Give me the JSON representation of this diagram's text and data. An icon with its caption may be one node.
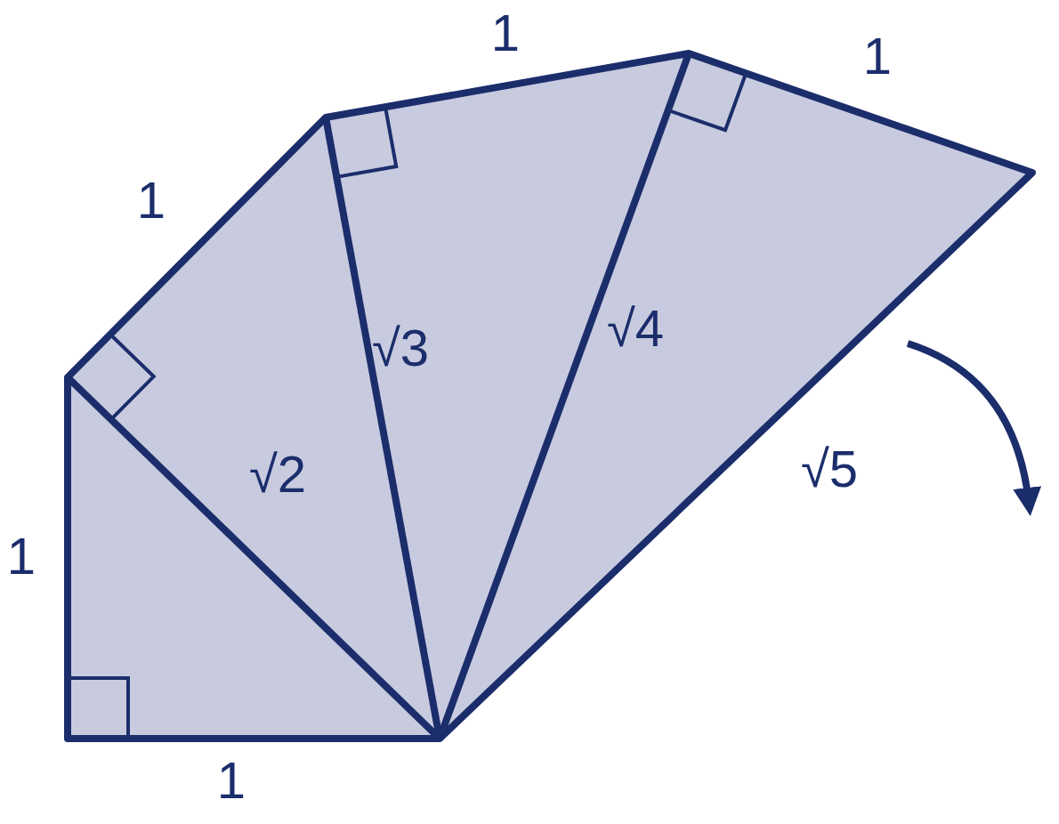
{
  "diagram": {
    "labels": [
      "1",
      "1",
      "1",
      "√4",
      "√3",
      "√2",
      "√5",
      "1",
      "1"
    ]
  }
}
